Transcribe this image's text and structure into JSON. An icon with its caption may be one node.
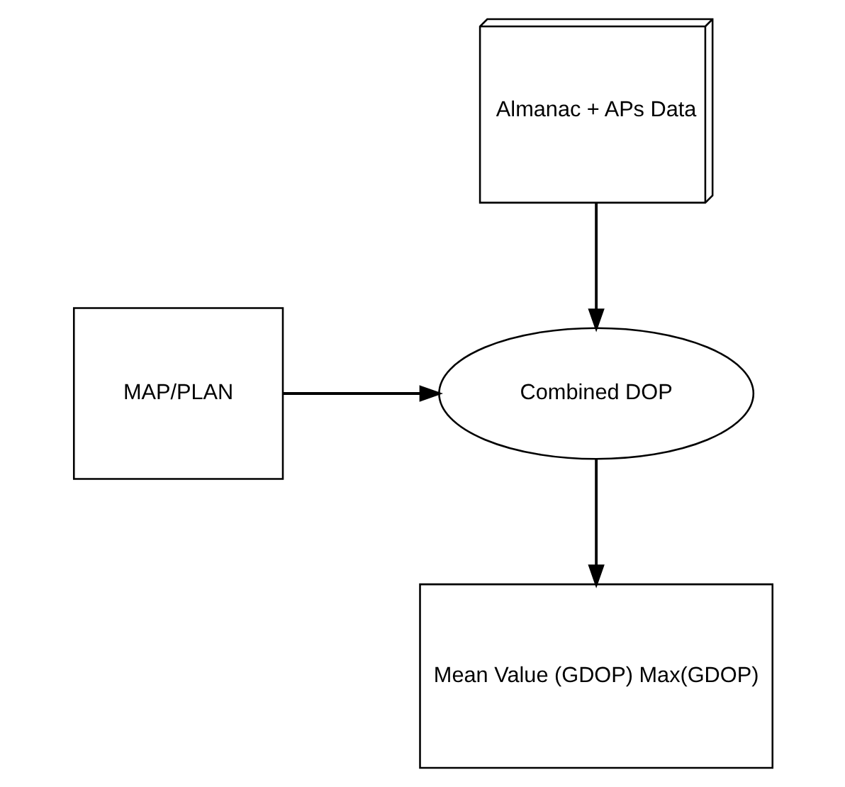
{
  "diagram": {
    "nodes": [
      {
        "text": [
          "Almanac + APs Data"
        ]
      },
      {
        "text": [
          "Combined DOP"
        ]
      },
      {
        "text": [
          "MAP/PLAN"
        ]
      },
      {
        "text": [
          "Mean Value (GDOP) Max(GDOP)"
        ]
      }
    ],
    "edges": [
      {
        "from": 0,
        "to": 1,
        "arrow": "to"
      },
      {
        "from": 2,
        "to": 1,
        "arrow": "to"
      },
      {
        "from": 1,
        "to": 3,
        "arrow": "to"
      }
    ]
  }
}
